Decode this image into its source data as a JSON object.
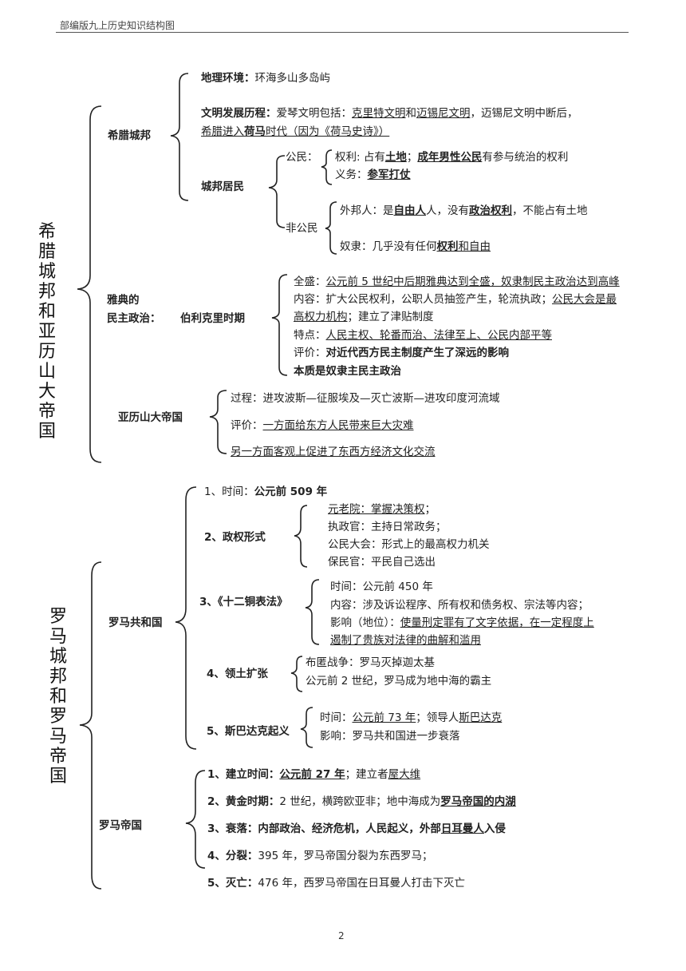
{
  "header": "部编版九上历史知识结构图",
  "page_number": "2",
  "greek": {
    "title": "希腊城邦和亚历山大帝国",
    "city_states": {
      "label": "希腊城邦",
      "geo_label": "地理环境：",
      "geo_value": "环海多山多岛屿",
      "civ_label": "文明发展历程：",
      "civ_intro": "爱琴文明包括：",
      "civ_minoan": "克里特文明",
      "civ_and": "和",
      "civ_mycenae": "迈锡尼文明",
      "civ_after": "，迈锡尼文明中断后，",
      "civ_line2_a": "希腊进入",
      "civ_line2_b": "荷马",
      "civ_line2_c": "时代（因为《荷马史诗》）",
      "residents_label": "城邦居民",
      "citizen_label": "公民：",
      "rights_a": "权利: 占有",
      "rights_b": "土地",
      "rights_c": "；",
      "rights_d": "成年男性公民",
      "rights_e": "有参与统治的权利",
      "duty_a": "义务：",
      "duty_b": "参军打仗",
      "noncitizen_label": "非公民",
      "foreigner_a": "外邦人：是",
      "foreigner_b": "自由人",
      "foreigner_c": "人，没有",
      "foreigner_d": "政治权利",
      "foreigner_e": "，不能占有土地",
      "slave_a": "奴隶：几乎没有任何",
      "slave_b": "权利",
      "slave_c": "和自由"
    },
    "athens": {
      "label_1": "雅典的",
      "label_2": "民主政治：",
      "period": "伯利克里时期",
      "peak_label": "全盛：",
      "peak_value": "公元前 5 世纪中后期雅典达到全盛，奴隶制民主政治达到高峰",
      "content_a": "内容：扩大公民权利，公职人员抽签产生，轮流执政；",
      "content_b": "公民大会是最",
      "content_c": "高权力机构",
      "content_d": "；建立了津贴制度",
      "feature_label": "特点：",
      "feature_value": "人民主权、轮番而治、法律至上、公民内部平等",
      "eval_a": "评价：",
      "eval_b": "对近代西方民主制度产生了深远的影响",
      "essence": "本质是奴隶主民主政治"
    },
    "alexander": {
      "label": "亚历山大帝国",
      "process": "过程：进攻波斯—征服埃及—灭亡波斯—进攻印度河流域",
      "eval_label": "评价：",
      "eval_1": "一方面给东方人民带来巨大灾难",
      "eval_2": "另一方面客观上促进了东西方经济文化交流"
    }
  },
  "rome": {
    "title": "罗马城邦和罗马帝国",
    "republic": {
      "label": "罗马共和国",
      "time_a": "1、时间：",
      "time_b": "公元前 509 年",
      "gov_label": "2、政权形式",
      "senate_a": "元老院：",
      "senate_b": "掌握决策权",
      "senate_c": "；",
      "consul": "执政官：主持日常政务；",
      "assembly": "公民大会：形式上的最高权力机关",
      "tribune": "保民官：平民自己选出",
      "law_label": "3、《十二铜表法》",
      "law_time": "时间：公元前 450 年",
      "law_content": "内容：涉及诉讼程序、所有权和债务权、宗法等内容；",
      "law_impact_a": "影响（地位）：",
      "law_impact_b": "使量刑定罪有了文字依据，在一定程度上",
      "law_impact_c": "遏制了贵族对法律的曲解和滥用",
      "expand_label": "4、领土扩张",
      "expand_1": "布匿战争：罗马灭掉迦太基",
      "expand_2": "公元前 2 世纪，罗马成为地中海的霸主",
      "spartacus_label": "5、斯巴达克起义",
      "spartacus_time_a": "时间：",
      "spartacus_time_b": "公元前 73 年",
      "spartacus_time_c": "；领导人",
      "spartacus_time_d": "斯巴达克",
      "spartacus_impact": "影响：罗马共和国进一步衰落"
    },
    "empire": {
      "label": "罗马帝国",
      "e1_a": "1、建立时间：",
      "e1_b": "公元前 27 年",
      "e1_c": "；建立者",
      "e1_d": "屋大维",
      "e2_a": "2、黄金时期：",
      "e2_b": "2 世纪，横跨欧亚非；地中海成为",
      "e2_c": "罗马帝国的内湖",
      "e3_a": "3、衰落：",
      "e3_b": "内部政治、经济危机，人民起义，外部",
      "e3_c": "日耳曼人",
      "e3_d": "入侵",
      "e4_a": "4、分裂：",
      "e4_b": "395 年，罗马帝国分裂为东西罗马；",
      "e5_a": "5、灭亡：",
      "e5_b": "476 年，西罗马帝国在日耳曼人打击下灭亡"
    }
  }
}
